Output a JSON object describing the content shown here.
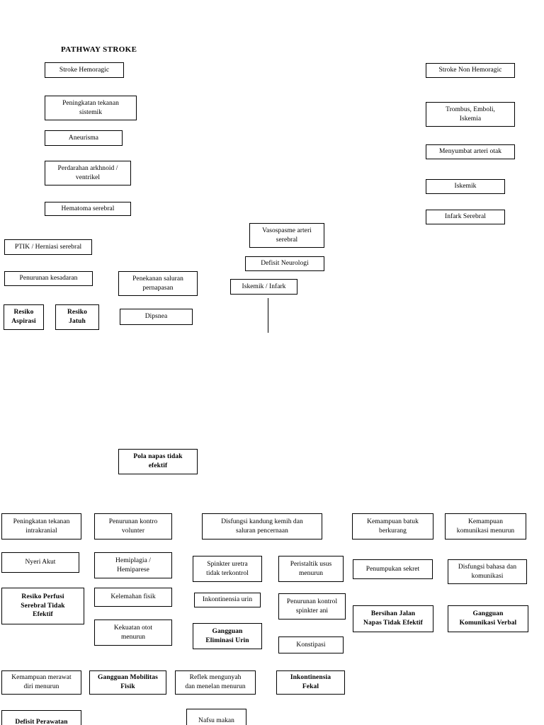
{
  "document": {
    "title": "PATHWAY STROKE",
    "language": "Indonesian",
    "background_color": "#ffffff",
    "border_color": "#000000",
    "text_color": "#000000"
  },
  "nodes": {
    "stroke_hemoragic": "Stroke Hemoragic",
    "peningkatan_tekanan_sistemik": "Peningkatan tekanan\nsistemik",
    "aneurisma": "Aneurisma",
    "perdarahan_arkhnoid": "Perdarahan arkhnoid /\nventrikel",
    "hematoma_serebral": "Hematoma serebral",
    "ptik_herniasi": "PTIK / Herniasi serebral",
    "penurunan_kesadaran": "Penurunan kesadaran",
    "resiko_aspirasi": "Resiko\nAspirasi",
    "resiko_jatuh": "Resiko\nJatuh",
    "penekanan_saluran": "Penekanan saluran\npernapasan",
    "dipsnea": "Dipsnea",
    "stroke_non_hemoragic": "Stroke Non Hemoragic",
    "trombus_emboli": "Trombus, Emboli,\nIskemia",
    "menyumbat_arteri": "Menyumbat arteri otak",
    "iskemik": "Iskemik",
    "infark_serebral": "Infark Serebral",
    "vasospasme": "Vasospasme arteri\nserebral",
    "defisit_neurologi": "Defisit Neurologi",
    "iskemik_infark": "Iskemik / Infark",
    "pola_napas": "Pola napas tidak\nefektif",
    "peningkatan_tekanan_intrakranial": "Peningkatan tekanan\nintrakranial",
    "nyeri_akut": "Nyeri Akut",
    "resiko_perfusi": "Resiko Perfusi\nSerebral Tidak\nEfektif",
    "penurunan_kontro_volunter": "Penurunan kontro\nvolunter",
    "hemiplagia": "Hemiplagia /\nHemiparese",
    "kelemahan_fisik": "Kelemahan fisik",
    "kekuatan_otot": "Kekuatan otot\nmenurun",
    "disfungsi_kandung": "Disfungsi kandung kemih dan\nsaluran pencernaan",
    "spinkter_uretra": "Spinkter uretra\ntidak terkontrol",
    "inkontinensia_urin": "Inkontinensia urin",
    "gangguan_eliminasi": "Gangguan\nEliminasi Urin",
    "peristaltik_usus": "Peristaltik usus\nmenurun",
    "penurunan_kontrol_spinkter": "Penurunan kontrol\nspinkter ani",
    "konstipasi": "Konstipasi",
    "kemampuan_batuk": "Kemampuan batuk\nberkurang",
    "penumpukan_sekret": "Penumpukan sekret",
    "bersihan_jalan_napas": "Bersihan Jalan\nNapas Tidak Efektif",
    "kemampuan_komunikasi": "Kemampuan\nkomunikasi menurun",
    "disfungsi_bahasa": "Disfungsi bahasa dan\nkomunikasi",
    "gangguan_komunikasi_verbal": "Gangguan\nKomunikasi Verbal",
    "kemampuan_merawat_diri": "Kemampuan merawat\ndiri menurun",
    "gangguan_mobilitas": "Gangguan Mobilitas\nFisik",
    "reflek_mengunyah": "Reflek mengunyah\ndan menelan menurun",
    "inkontinensia_fekal": "Inkontinensia\nFekal",
    "defisit_perawatan": "Defisit Perawatan",
    "nafsu_makan": "Nafsu makan"
  }
}
